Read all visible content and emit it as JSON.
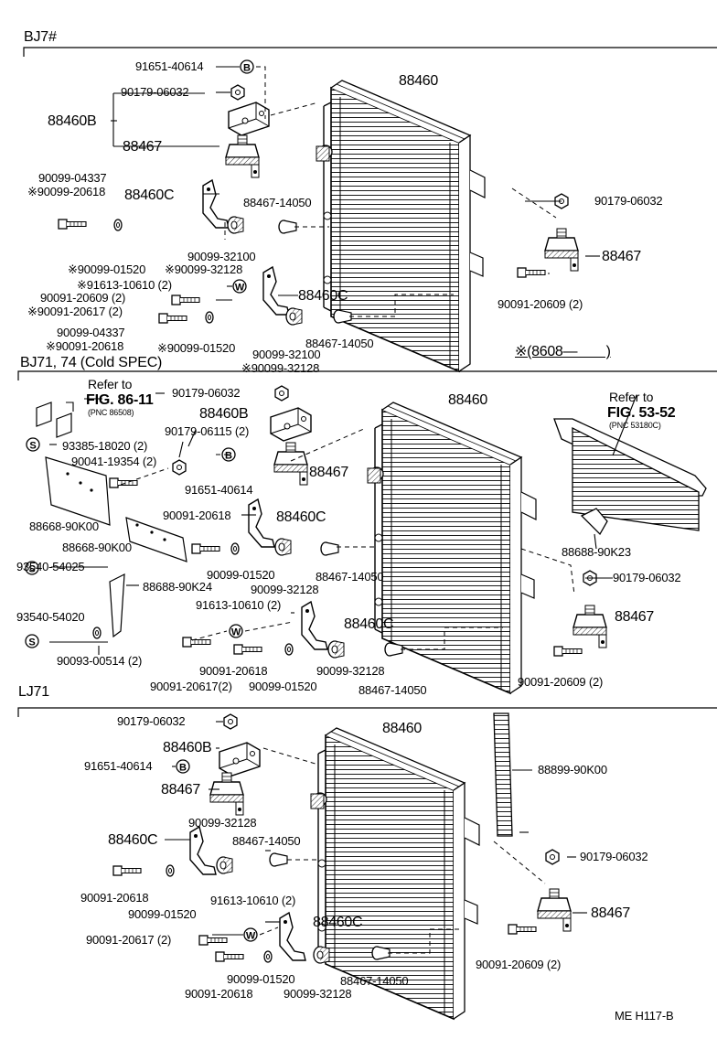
{
  "sections": {
    "bj7": "BJ7#",
    "bj71": "BJ71, 74 (Cold SPEC)",
    "lj71": "LJ71"
  },
  "period_note": "※(8608—　　)",
  "footer": "ME  H117-B",
  "refs": {
    "left_refer": "Refer to",
    "left_fig": "FIG. 86-11",
    "left_pnc": "(PNC 86508)",
    "right_refer": "Refer to",
    "right_fig": "FIG. 53-52",
    "right_pnc": "(PNC 53180C)"
  },
  "labels": {
    "a01": "91651-40614",
    "a02": "90179-06032",
    "a03": "88460B",
    "a04": "88467",
    "a05": "88460",
    "a06": "90099-04337",
    "a07": "※90099-20618",
    "a08": "88460C",
    "a09": "88467-14050",
    "a10": "90179-06032",
    "a11": "88467",
    "a12": "90099-32100",
    "a13": "※90099-01520",
    "a14": "※90099-32128",
    "a15": "※91613-10610 (2)",
    "a16": "90091-20609 (2)",
    "a17": "※90091-20617 (2)",
    "a18": "88460C",
    "a19": "90091-20609 (2)",
    "a20": "90099-04337",
    "a21": "※90091-20618",
    "a22": "※90099-01520",
    "a23": "88467-14050",
    "a24": "90099-32100",
    "a25": "※90099-32128",
    "b01": "90179-06032",
    "b02": "88460B",
    "b03": "88460",
    "b04": "90179-06115 (2)",
    "b05": "93385-18020 (2)",
    "b06": "90041-19354 (2)",
    "b07": "88467",
    "b08": "91651-40614",
    "b09": "88668-90K00",
    "b10": "90091-20618",
    "b11": "88460C",
    "b12": "88668-90K00",
    "b13": "90099-01520",
    "b14": "90099-32128",
    "b15": "88467-14050",
    "b16": "88688-90K23",
    "b17": "93540-54025",
    "b18": "88688-90K24",
    "b19": "90179-06032",
    "b20": "91613-10610 (2)",
    "b21": "88467",
    "b22": "93540-54020",
    "b23": "88460C",
    "b24": "90093-00514 (2)",
    "b25": "90091-20618",
    "b26": "90099-32128",
    "b27": "90091-20609 (2)",
    "b28": "90091-20617(2)",
    "b29": "90099-01520",
    "b30": "88467-14050",
    "c01": "90179-06032",
    "c02": "88460",
    "c03": "88460B",
    "c04": "88899-90K00",
    "c05": "91651-40614",
    "c06": "88467",
    "c07": "90099-32128",
    "c08": "88460C",
    "c09": "88467-14050",
    "c10": "90179-06032",
    "c11": "90091-20618",
    "c12": "90099-01520",
    "c13": "91613-10610 (2)",
    "c14": "88467",
    "c15": "88460C",
    "c16": "90091-20617 (2)",
    "c17": "90091-20609 (2)",
    "c18": "90099-01520",
    "c19": "90091-20618",
    "c20": "90099-32128",
    "c21": "88467-14050"
  },
  "symbols": {
    "b": "B",
    "w": "W",
    "s": "S"
  }
}
